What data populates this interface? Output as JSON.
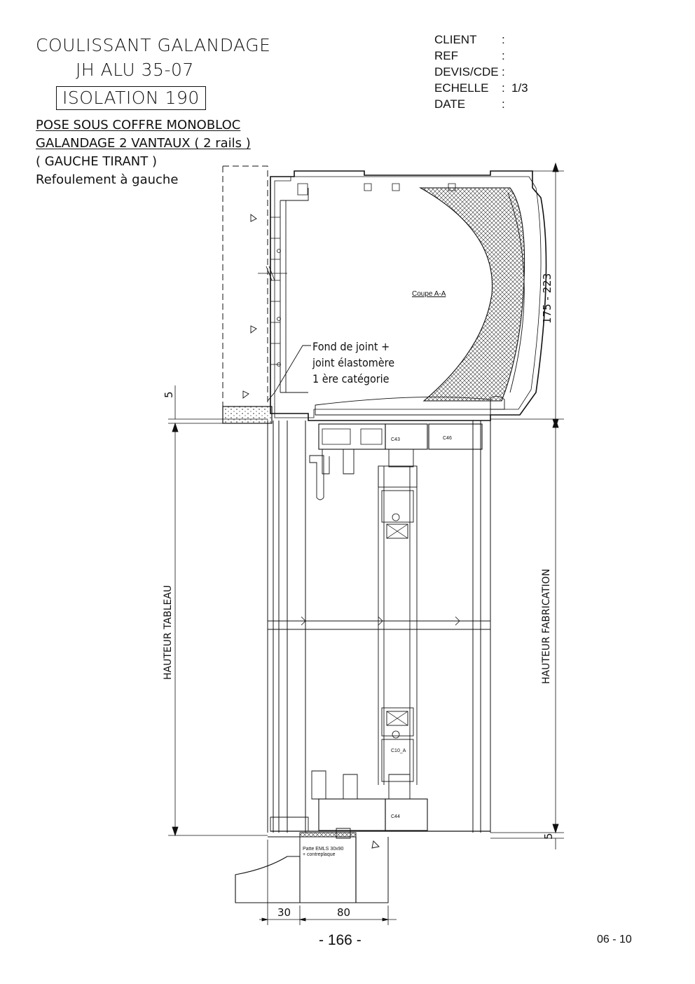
{
  "header": {
    "title_line1": "COULISSANT GALANDAGE",
    "title_line2": "JH ALU 35-07",
    "isolation": "ISOLATION 190",
    "pose_line1": "POSE SOUS COFFRE MONOBLOC",
    "pose_line2": "GALANDAGE 2 VANTAUX ( 2 rails )",
    "pose_line3": "( GAUCHE TIRANT )",
    "pose_line4": "Refoulement à gauche"
  },
  "info": {
    "client_label": "CLIENT",
    "client_value": "",
    "ref_label": "REF",
    "ref_value": "",
    "devis_label": "DEVIS/CDE",
    "devis_value": "",
    "echelle_label": "ECHELLE",
    "echelle_value": "1/3",
    "date_label": "DATE",
    "date_value": "",
    "colon": ":"
  },
  "drawing": {
    "section_label": "Coupe A-A",
    "note_line1": "Fond de joint +",
    "note_line2": "joint élastomère",
    "note_line3": "1 ère catégorie",
    "profile_c43": "C43",
    "profile_c46": "C46",
    "profile_c10a": "C10_A",
    "profile_c44": "C44",
    "patte_line1": "Patte EMLS 30x90",
    "patte_line2": "+ contreplaque"
  },
  "dimensions": {
    "coffre_height": "175 - 223",
    "gap_top": "5",
    "gap_bottom": "5",
    "hauteur_tableau": "HAUTEUR TABLEAU",
    "hauteur_fabrication": "HAUTEUR FABRICATION",
    "width_30": "30",
    "width_80": "80"
  },
  "footer": {
    "page_number": "- 166 -",
    "doc_ref": "06 - 10"
  }
}
